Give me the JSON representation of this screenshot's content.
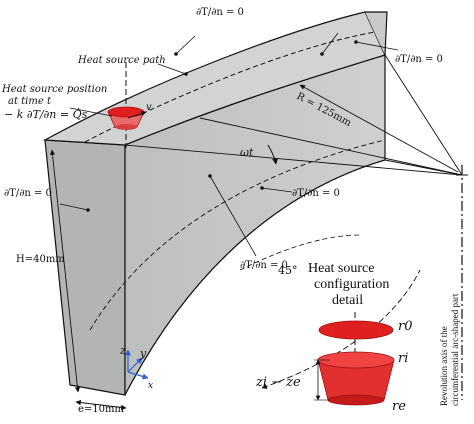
{
  "labels": {
    "bc_top": "∂T/∂n = 0",
    "bc_right": "∂T/∂n = 0",
    "bc_left": "∂T/∂n = 0",
    "bc_front_right": "∂T/∂n = 0",
    "bc_bottom": "∂T/∂n = 0",
    "heat_source_path": "Heat source path",
    "heat_source_position_line1": "Heat source position",
    "heat_source_position_line2": "at time t",
    "flux_condition": "− k ∂T/∂n = Q̇s",
    "velocity": "v",
    "radius": "R = 125mm",
    "angular": "ωt",
    "height": "H=40mm",
    "thickness": "e=10mm",
    "angle": "45°",
    "axis_z": "z",
    "axis_y": "y",
    "axis_x": "x",
    "detail_title_line1": "Heat source",
    "detail_title_line2": "configuration",
    "detail_title_line3": "detail",
    "r0": "r0",
    "ri": "ri",
    "re": "re",
    "zi_ze": "zi − ze",
    "revolution_axis_line1": "Revolution axis of the",
    "revolution_axis_line2": "circumferential arc-shaped part"
  },
  "colors": {
    "part_front": "#c2c4c3",
    "part_top": "#d3d5d4",
    "part_side": "#b4b6b5",
    "heat_source": "#e02020",
    "axes": "#2a5fd0"
  }
}
